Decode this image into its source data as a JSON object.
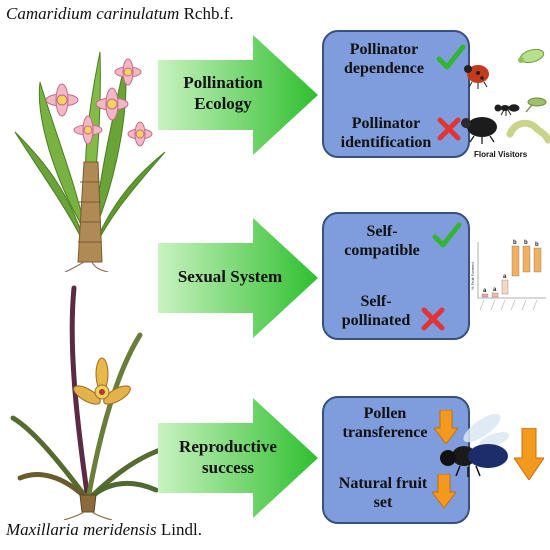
{
  "species": {
    "top": {
      "name": "Camaridium carinulatum",
      "author": "Rchb.f."
    },
    "bottom": {
      "name": "Maxillaria meridensis",
      "author": "Lindl."
    }
  },
  "rows": [
    {
      "category": "Pollination Ecology",
      "findings": [
        {
          "text": "Pollinator dependence",
          "mark": "check-icon"
        },
        {
          "text": "Pollinator identification",
          "mark": "cross-icon"
        }
      ]
    },
    {
      "category": "Sexual System",
      "findings": [
        {
          "text": "Self-compatible",
          "mark": "check-icon"
        },
        {
          "text": "Self-pollinated",
          "mark": "cross-icon"
        }
      ]
    },
    {
      "category": "Reproductive success",
      "findings": [
        {
          "text": "Pollen transference",
          "mark": "down-arrow-icon"
        },
        {
          "text": "Natural fruit set",
          "mark": "down-arrow-icon"
        }
      ]
    }
  ],
  "visitors_caption": "Floral Visitors",
  "mini_chart": {
    "ylabel": "% Fruit Formed",
    "letters": [
      "a",
      "a",
      "a",
      "b",
      "b",
      "b"
    ]
  },
  "colors": {
    "arrow_green": "#3cc43c",
    "panel_blue": "#7f9ddc",
    "check_green": "#33b533",
    "cross_red": "#e23434",
    "down_arrow_orange": "#f39a1e"
  }
}
